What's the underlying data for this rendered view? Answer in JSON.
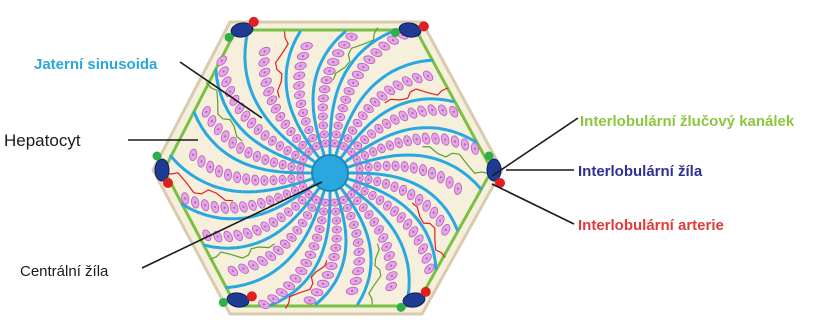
{
  "labels": {
    "sinusoid": {
      "text": "Jaterní sinusoida",
      "color": "#2aa7dd"
    },
    "hepatocyte": {
      "text": "Hepatocyt",
      "color": "#1a1a1a"
    },
    "central_vein": {
      "text": "Centrální žíla",
      "color": "#1a1a1a"
    },
    "bile_duct": {
      "text": "Interlobulární žlučový kanálek",
      "color": "#8cc63f"
    },
    "interlobular_vein": {
      "text": "Interlobulární žíla",
      "color": "#2e3192"
    },
    "interlobular_artery": {
      "text": "Interlobulární arterie",
      "color": "#e03a3a"
    }
  },
  "colors": {
    "lobule_fill": "#f6efdc",
    "lobule_border": "#d8cbb0",
    "hexagon_inner_line": "#7ac143",
    "sinusoid_blue": "#29a8df",
    "central_vein_fill": "#29a8df",
    "hepatocyte_fill": "#e5a6e6",
    "hepatocyte_stroke": "#b85ec0",
    "vein_navy": "#1f3a93",
    "artery_red": "#e02020",
    "duct_green": "#2fae4a",
    "leader_line": "#1a1a1a"
  }
}
